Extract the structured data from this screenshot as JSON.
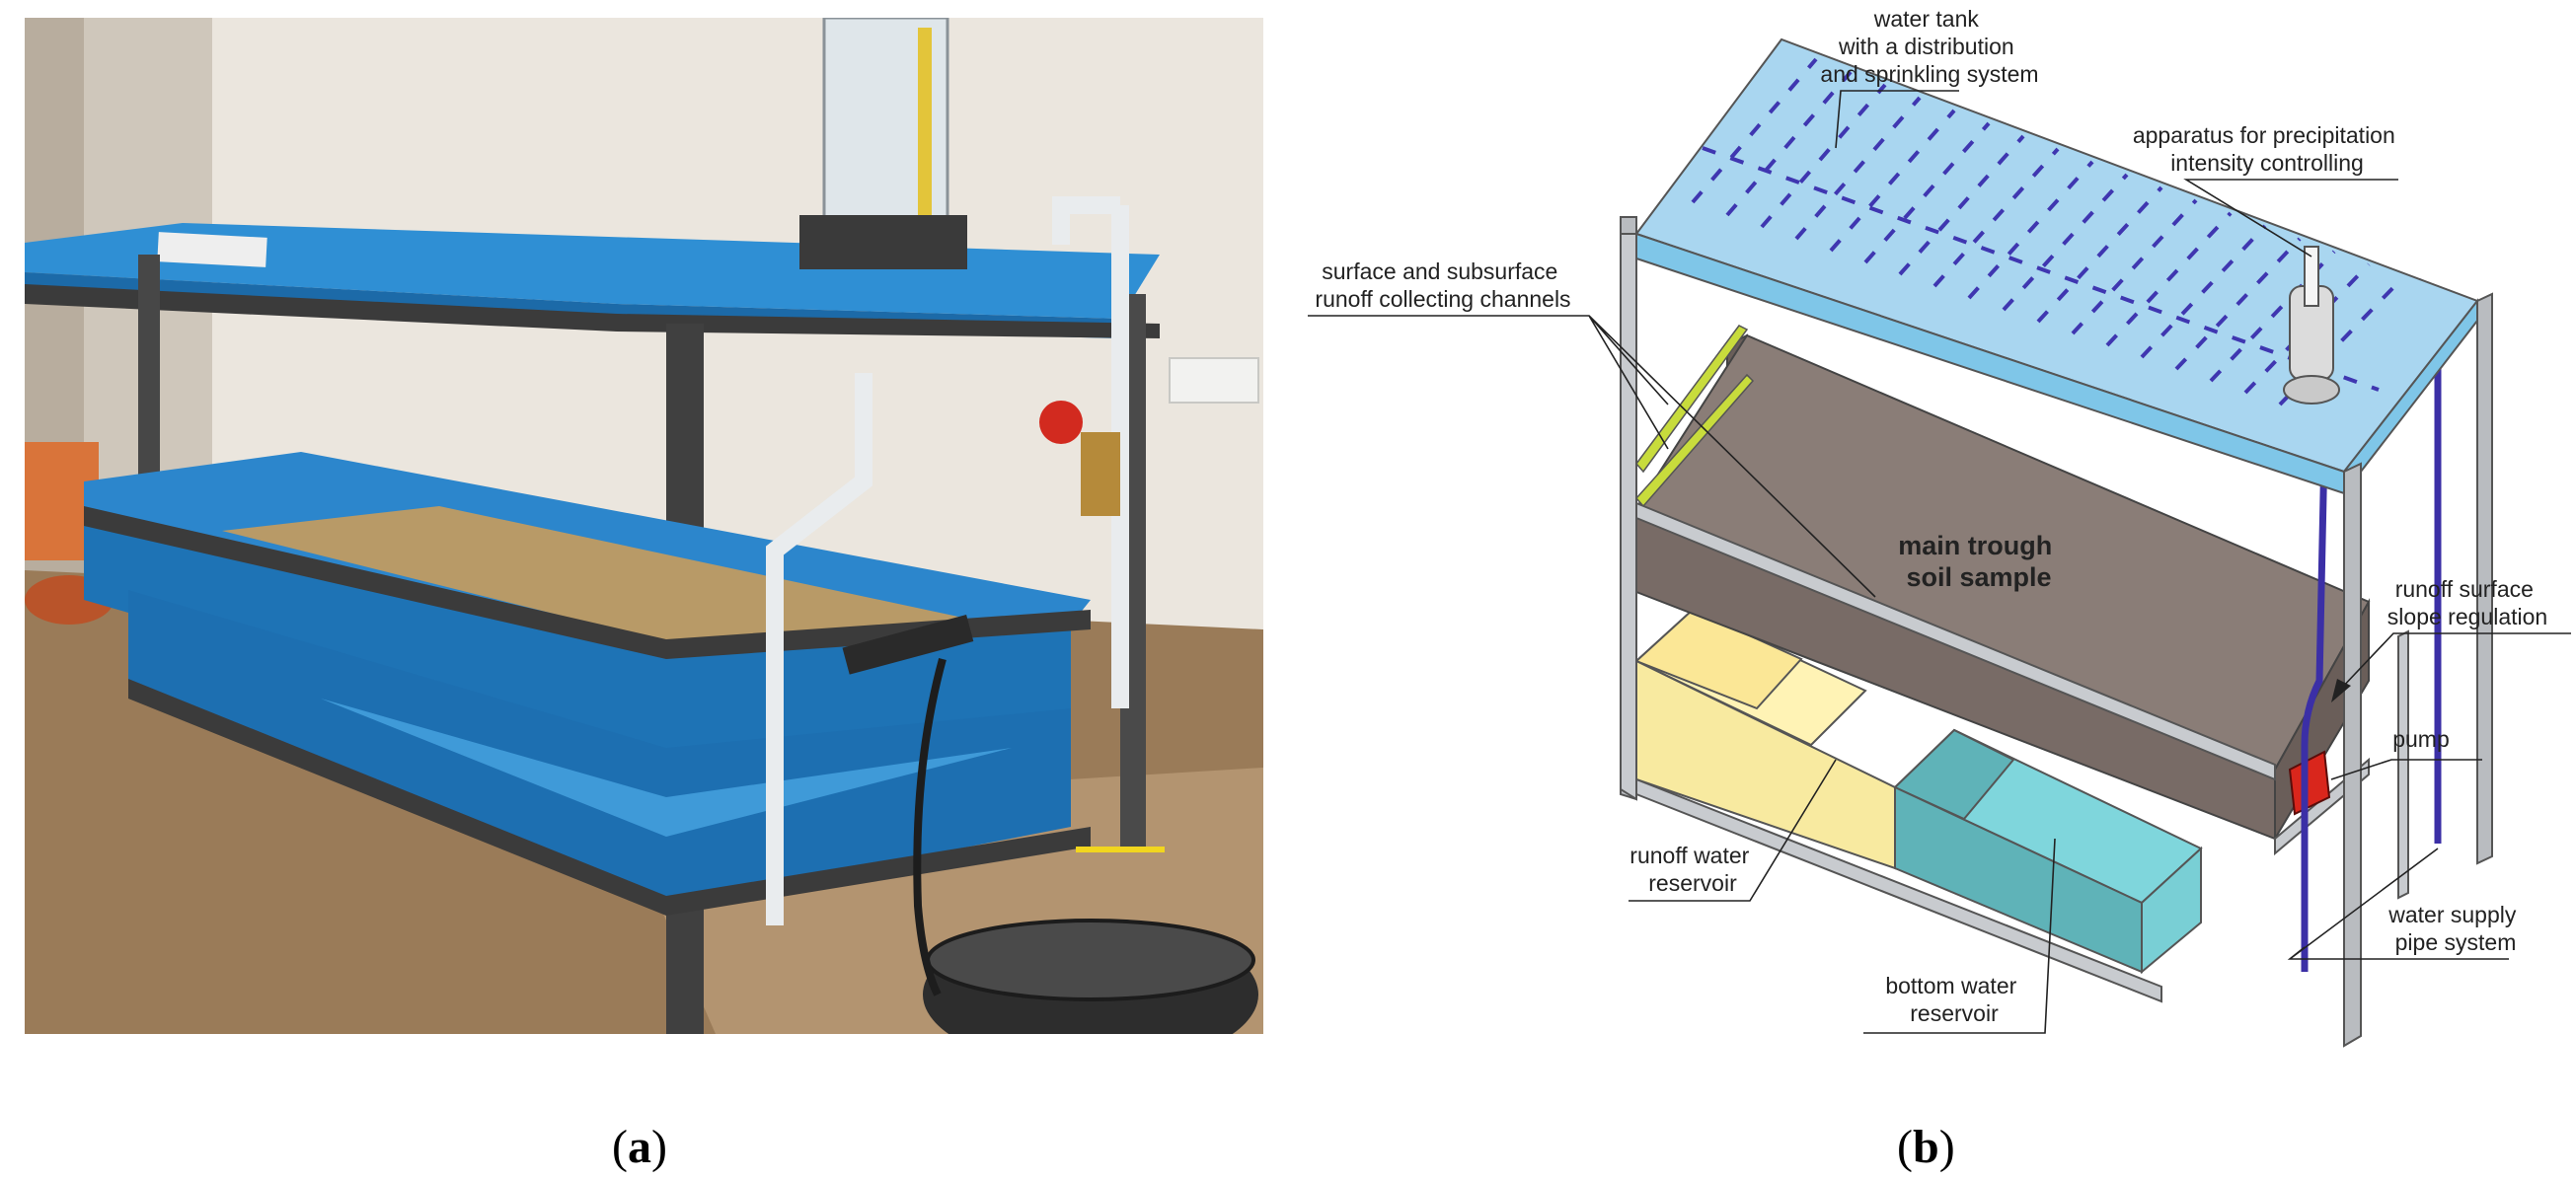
{
  "captions": {
    "a": "a",
    "b": "b"
  },
  "labels": {
    "water_tank": [
      "water tank",
      "with a distribution",
      "and sprinkling system"
    ],
    "apparatus": [
      "apparatus for precipitation",
      "intensity controlling"
    ],
    "channels": [
      "surface and subsurface",
      "runoff collecting channels"
    ],
    "main_trough": [
      "main trough",
      "soil sample"
    ],
    "slope_regulation": [
      "runoff surface",
      "slope regulation"
    ],
    "pump": [
      "pump"
    ],
    "runoff_reservoir": [
      "runoff water",
      "reservoir"
    ],
    "water_supply": [
      "water supply",
      "pipe system"
    ],
    "bottom_reservoir": [
      "bottom water",
      "reservoir"
    ]
  },
  "colors": {
    "tank_blue": "#a9d6f0",
    "frame_grey": "#b9bcc0",
    "trough_brown": "#786b66",
    "reservoir_yellow": "#f8eaa0",
    "reservoir_teal": "#5fb3b8",
    "pipe_purple": "#3b2fa6",
    "pump_red": "#d9261c",
    "channel_green": "#c8dc3c",
    "photo_blue": "#1f7cc4",
    "wall": "#e9e4dc",
    "floor": "#9c7a55"
  }
}
